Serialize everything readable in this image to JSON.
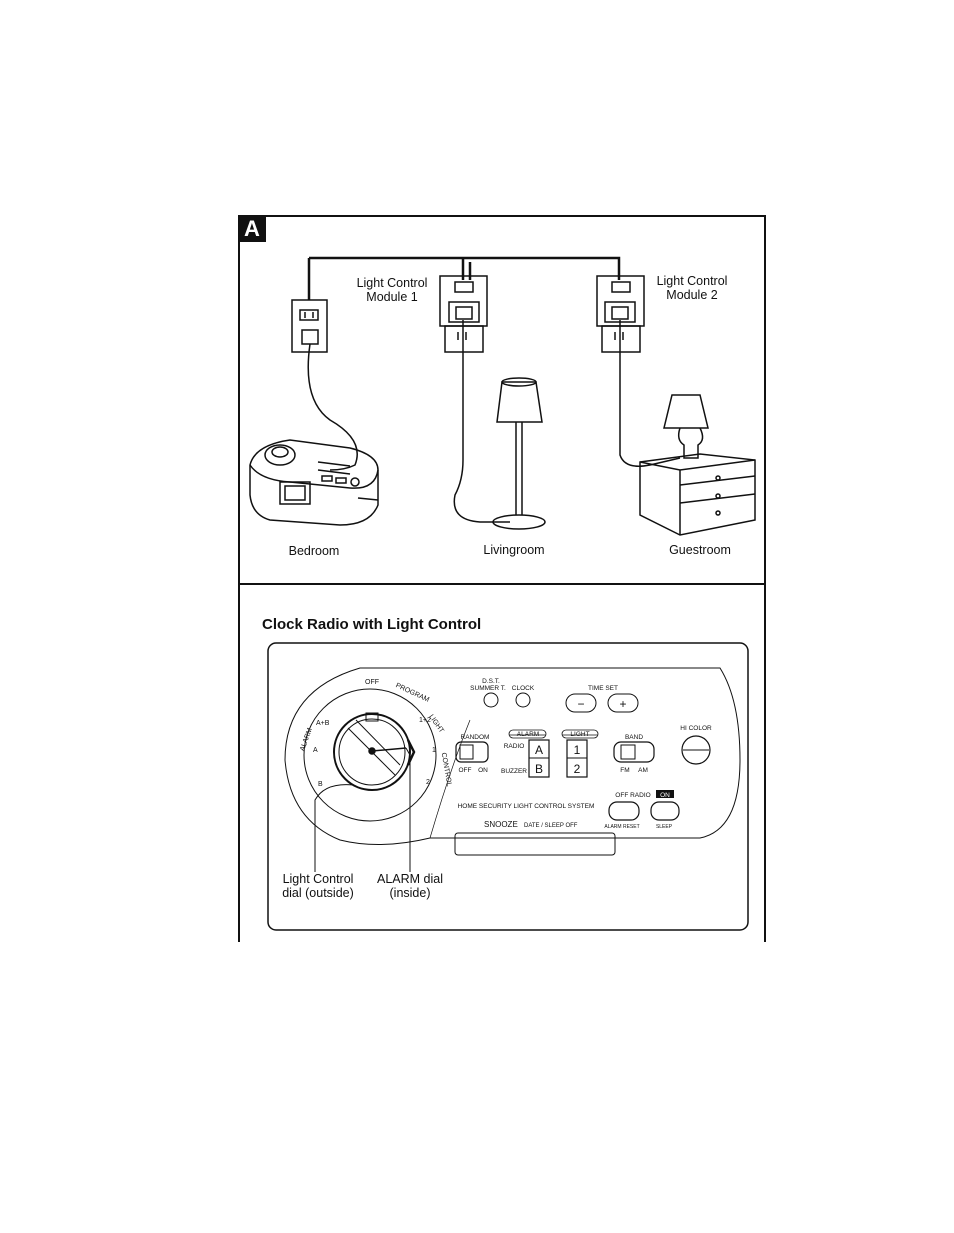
{
  "badge": "A",
  "top_panel": {
    "module1": [
      "Light Control",
      "Module 1"
    ],
    "module2": [
      "Light Control",
      "Module 2"
    ],
    "rooms": {
      "bedroom": "Bedroom",
      "livingroom": "Livingroom",
      "guestroom": "Guestroom"
    }
  },
  "bottom_panel": {
    "title": "Clock Radio with Light Control",
    "dial_labels": [
      "ALARM",
      "OFF",
      "PROGRAM",
      "LIGHT",
      "CONTROL",
      "A+B",
      "A",
      "B",
      "1+2",
      "1",
      "2"
    ],
    "buttons": {
      "dst": [
        "D.S.T.",
        "SUMMER T."
      ],
      "clock": "CLOCK",
      "time_set": "TIME SET",
      "minus": "−",
      "plus": "+",
      "alarm": "ALARM",
      "light": "LIGHT",
      "random": "RANDOM",
      "random_sub": [
        "OFF",
        "ON"
      ],
      "radio": "RADIO",
      "buzzer": "BUZZER",
      "key_a": "A",
      "key_b": "B",
      "key_1": "1",
      "key_2": "2",
      "band": "BAND",
      "band_sub": [
        "FM",
        "AM"
      ],
      "hi_color": "HI COLOR",
      "home_security": "HOME SECURITY LIGHT CONTROL SYSTEM",
      "off_radio": "OFF RADIO",
      "on": "ON",
      "snooze": "SNOOZE",
      "date_sleep": "DATE / SLEEP OFF",
      "alarm_reset": "ALARM RESET",
      "sleep": "SLEEP"
    },
    "callouts": {
      "light_control_dial": [
        "Light Control",
        "dial (outside)"
      ],
      "alarm_dial": [
        "ALARM dial",
        "(inside)"
      ]
    }
  }
}
